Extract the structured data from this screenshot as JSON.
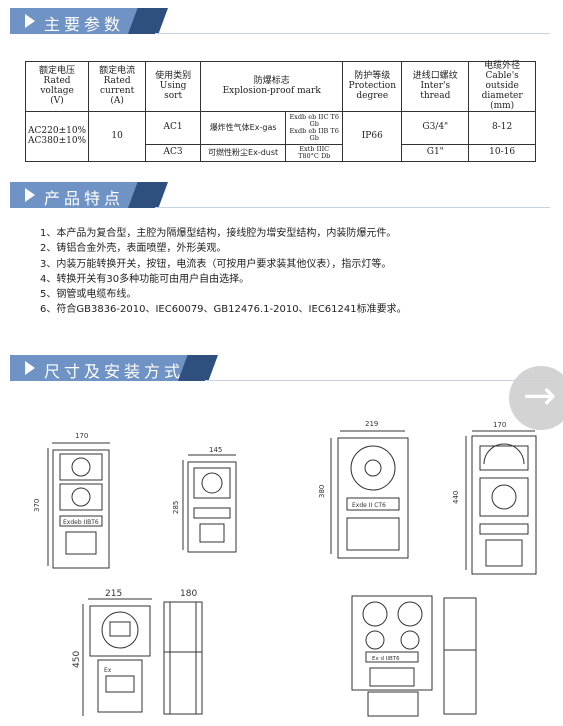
{
  "sections": {
    "main_params": "主要参数",
    "features": "产品特点",
    "installation": "尺寸及安装方式"
  },
  "spec_table": {
    "headers": {
      "voltage": [
        "额定电压",
        "Rated",
        "voltage",
        "(V)"
      ],
      "current": [
        "额定电流",
        "Rated",
        "current",
        "(A)"
      ],
      "sort": [
        "使用类别",
        "Using",
        "sort"
      ],
      "explosion": [
        "防爆标志",
        "Explosion-proof mark"
      ],
      "protection": [
        "防护等级",
        "Protection",
        "degree"
      ],
      "thread": [
        "进线口螺纹",
        "Inter's thread"
      ],
      "cable": [
        "电缆外径",
        "Cable's outside",
        "diameter",
        "(mm)"
      ]
    },
    "voltage_values": [
      "AC220±10%",
      "AC380±10%"
    ],
    "current_value": "10",
    "sort_values": [
      "AC1",
      "AC3"
    ],
    "explosion_rows": [
      {
        "label": "爆炸性气体Ex-gas",
        "marks": [
          "Exdb eb IIC T6 Gb",
          "Exdb eb IIB T6 Gb"
        ]
      },
      {
        "label": "可燃性粉尘Ex-dust",
        "marks": [
          "Extb IIIC T80°C Db"
        ]
      }
    ],
    "protection_value": "IP66",
    "thread_values": [
      "G3/4\"",
      "G1\""
    ],
    "cable_values": [
      "8-12",
      "10-16"
    ]
  },
  "features": [
    "1、本产品为复合型，主腔为隔爆型结构，接线腔为增安型结构，内装防爆元件。",
    "2、铸铝合金外壳，表面喷塑，外形美观。",
    "3、内装万能转换开关，按钮，电流表（可按用户要求装其他仪表），指示灯等。",
    "4、转换开关有30多种功能可由用户自由选择。",
    "5、钢管或电缆布线。",
    "6、符合GB3836-2010、IEC60079、GB12476.1-2010、IEC61241标准要求。"
  ],
  "drawings": {
    "d1": {
      "width": "170",
      "height": "370",
      "plate": "Exdeb IIBT6"
    },
    "d2": {
      "width": "145",
      "height": "285"
    },
    "d3": {
      "width": "219",
      "height": "380",
      "plate": "Exde II CT6"
    },
    "d4": {
      "width": "170",
      "height": "440"
    },
    "d5": {
      "width": "215",
      "depth": "180",
      "height": "450",
      "plate": "Ex"
    },
    "d6": {
      "plate": "Ex d IIBT6"
    }
  },
  "nav": {
    "next_icon": "arrow-right-icon"
  },
  "colors": {
    "banner": "#6f93c4",
    "banner_dark": "#2f4f7f",
    "nav": "#cfcfcf"
  }
}
